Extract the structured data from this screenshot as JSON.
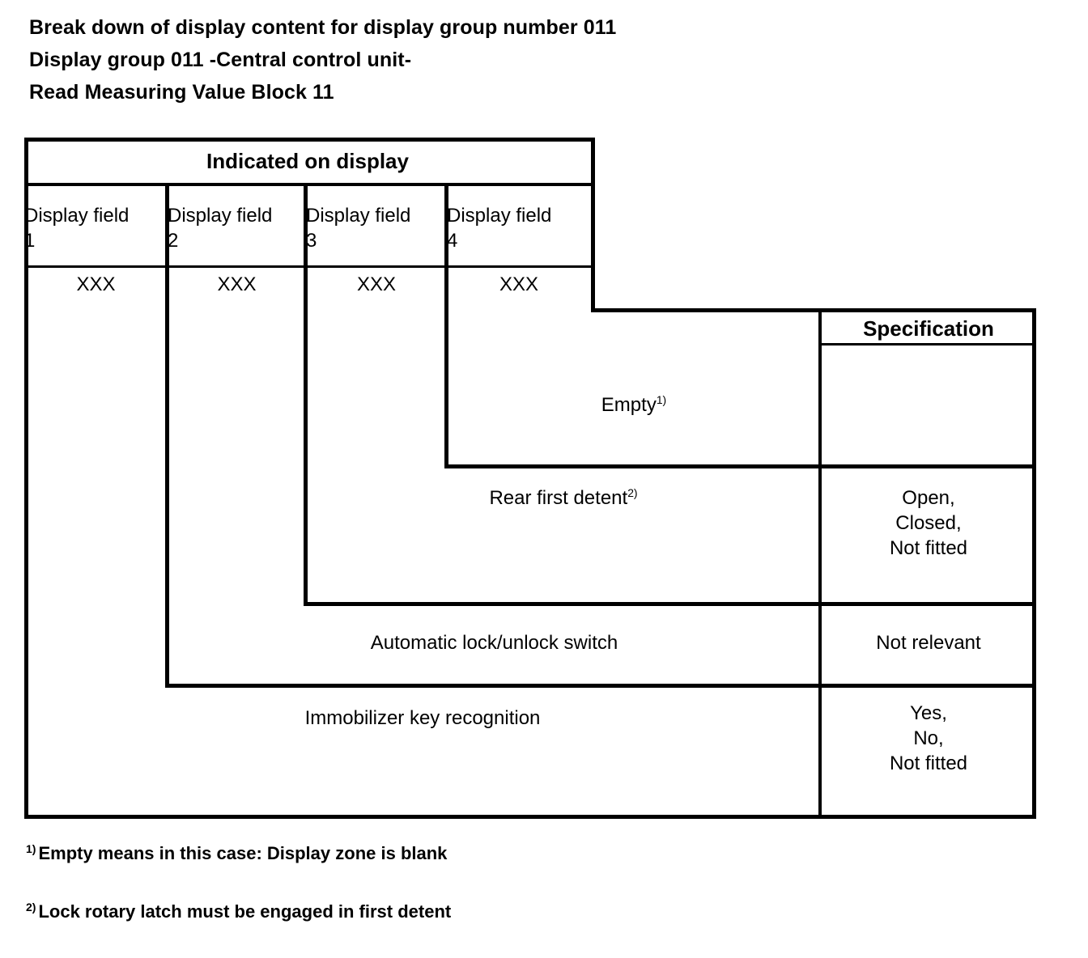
{
  "title": {
    "line1": "Break down of display content for display group number 011",
    "line2": "Display group 011 -Central control unit-",
    "line3": "Read Measuring Value Block 11"
  },
  "table": {
    "group_header": "Indicated on display",
    "spec_header": "Specification",
    "display_fields": [
      {
        "label": "Display field",
        "number": "1",
        "value": "XXX"
      },
      {
        "label": "Display field",
        "number": "2",
        "value": "XXX"
      },
      {
        "label": "Display field",
        "number": "3",
        "value": "XXX"
      },
      {
        "label": "Display field",
        "number": "4",
        "value": "XXX"
      }
    ],
    "rows": [
      {
        "label": "Empty",
        "footnote_mark": "1)",
        "specification": ""
      },
      {
        "label": "Rear first detent",
        "footnote_mark": "2)",
        "specification": "Open,\nClosed,\nNot fitted"
      },
      {
        "label": "Automatic lock/unlock switch",
        "footnote_mark": "",
        "specification": "Not relevant"
      },
      {
        "label": "Immobilizer key recognition",
        "footnote_mark": "",
        "specification": "Yes,\nNo,\nNot fitted"
      }
    ]
  },
  "footnotes": [
    {
      "mark": "1)",
      "text": "Empty means in this case: Display zone is blank"
    },
    {
      "mark": "2)",
      "text": "Lock rotary latch must be engaged in first detent"
    }
  ],
  "colors": {
    "ink": "#000000",
    "paper": "#ffffff"
  }
}
